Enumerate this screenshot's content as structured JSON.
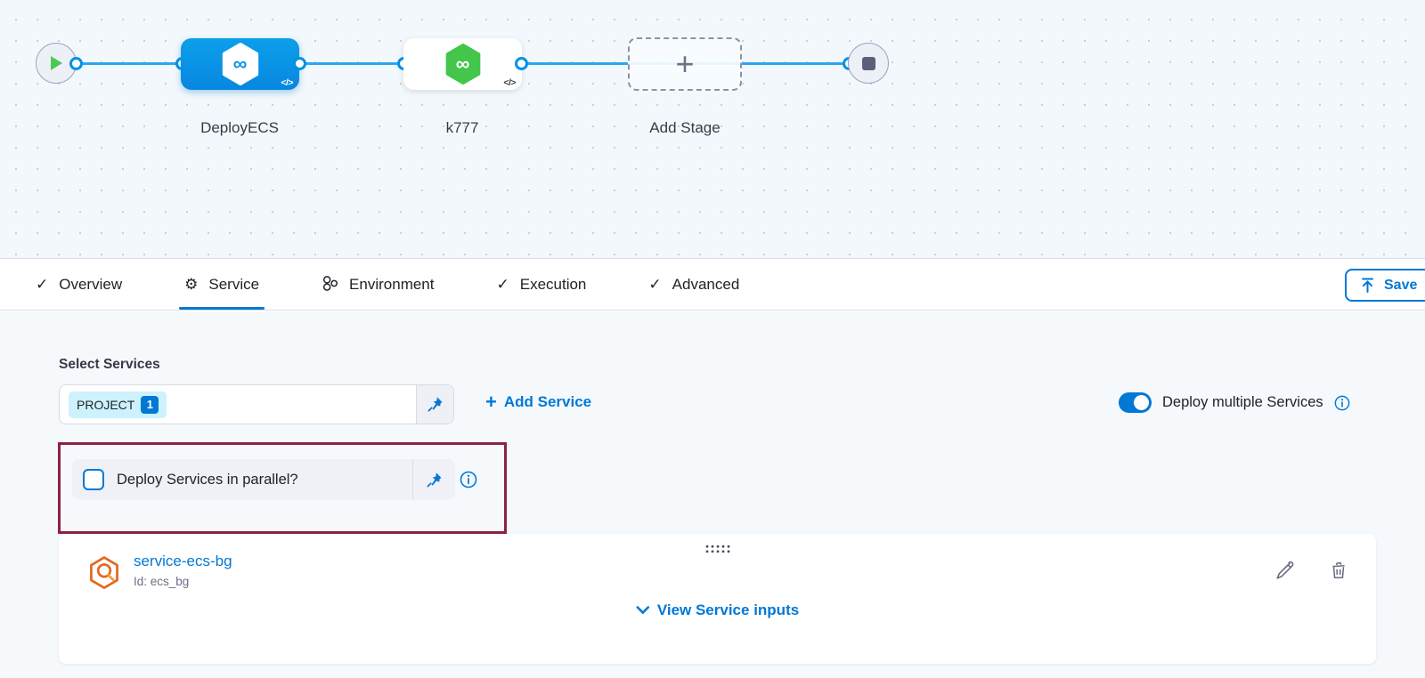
{
  "canvas": {
    "stages": [
      {
        "label": "DeployECS"
      },
      {
        "label": "k777"
      },
      {
        "label": "Add Stage"
      }
    ],
    "code_badge": "</>"
  },
  "tabs": {
    "items": [
      {
        "label": "Overview"
      },
      {
        "label": "Service"
      },
      {
        "label": "Environment"
      },
      {
        "label": "Execution"
      },
      {
        "label": "Advanced"
      }
    ],
    "save_button": "Save"
  },
  "service_tab": {
    "select_services_label": "Select Services",
    "chip": {
      "label": "PROJECT",
      "count": "1"
    },
    "add_service_label": "Add Service",
    "deploy_multiple_label": "Deploy multiple Services",
    "parallel_question": "Deploy Services in parallel?",
    "card": {
      "name": "service-ecs-bg",
      "id_text": "Id: ecs_bg",
      "view_inputs_label": "View Service inputs"
    }
  },
  "icons": {
    "check": "✓",
    "gear": "⚙",
    "plus": "+",
    "infinity": "∞"
  },
  "colors": {
    "primary_blue": "#0278d5",
    "node_blue": "#0c9fea",
    "harness_green": "#43c64a",
    "highlight_maroon": "#8d2148",
    "connector_blue": "#2aa7f0",
    "chip_cyan": "#cdf2fd"
  }
}
